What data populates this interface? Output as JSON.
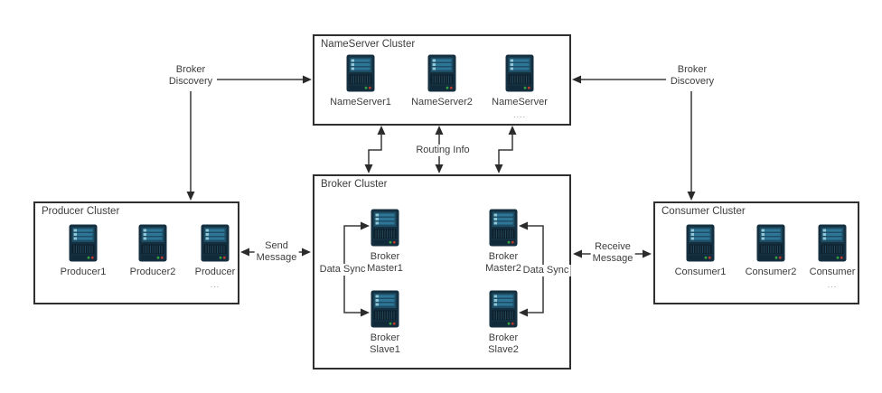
{
  "diagram": {
    "background_color": "#ffffff",
    "line_color": "#383838",
    "border_color": "#2f2f2f",
    "text_color": "#3d3d3d"
  },
  "icon": {
    "name": "server-icon",
    "body_color": "#142f3f",
    "panel_color": "#1d4e66",
    "bar_color": "#2e7697",
    "bar_accent_color": "#8fc7d8",
    "vent_color": "#0c1f2b",
    "vent_stripe_color": "#24465a",
    "strip_color": "#112a3a",
    "led_green": "#35a03c",
    "led_red": "#c0392b"
  },
  "clusters": {
    "nameserver": {
      "title": "NameServer Cluster",
      "nodes": [
        {
          "label": "NameServer1"
        },
        {
          "label": "NameServer2"
        },
        {
          "label": "NameServer",
          "sublabel": "...."
        }
      ]
    },
    "broker": {
      "title": "Broker Cluster",
      "nodes": [
        {
          "label": "Broker\nMaster1"
        },
        {
          "label": "Broker\nMaster2"
        },
        {
          "label": "Broker\nSlave1"
        },
        {
          "label": "Broker\nSlave2"
        }
      ]
    },
    "producer": {
      "title": "Producer Cluster",
      "nodes": [
        {
          "label": "Producer1"
        },
        {
          "label": "Producer2"
        },
        {
          "label": "Producer",
          "sublabel": "..."
        }
      ]
    },
    "consumer": {
      "title": "Consumer Cluster",
      "nodes": [
        {
          "label": "Consumer1"
        },
        {
          "label": "Consumer2"
        },
        {
          "label": "Consumer",
          "sublabel": "..."
        }
      ]
    }
  },
  "connectors": {
    "broker_discovery_left": "Broker\nDiscovery",
    "broker_discovery_right": "Broker\nDiscovery",
    "routing_info": "Routing Info",
    "send_message": "Send\nMessage",
    "receive_message": "Receive\nMessage",
    "data_sync_left": "Data Sync",
    "data_sync_right": "Data Sync"
  }
}
